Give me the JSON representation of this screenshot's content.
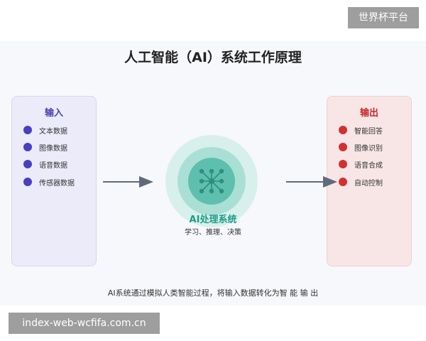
{
  "watermarks": {
    "top": "世界杯平台",
    "bottom": "index-web-wcfifa.com.cn"
  },
  "diagram": {
    "title": "人工智能（AI）系统工作原理",
    "input": {
      "title": "输入",
      "items": [
        "文本数据",
        "图像数据",
        "语音数据",
        "传感器数据"
      ]
    },
    "output": {
      "title": "输出",
      "items": [
        "智能回答",
        "图像识别",
        "语音合成",
        "自动控制"
      ]
    },
    "center": {
      "title": "AI处理系统",
      "subtitle": "学习、推理、决策",
      "icon": "network-icon"
    },
    "caption": "AI系统通过模拟人类智能过程，将输入数据转化为智  能 输 出"
  },
  "colors": {
    "input_accent": "#4a3fc2",
    "output_accent": "#d32f2f",
    "center_accent": "#1f9c86",
    "arrow": "#5f6b7a"
  }
}
